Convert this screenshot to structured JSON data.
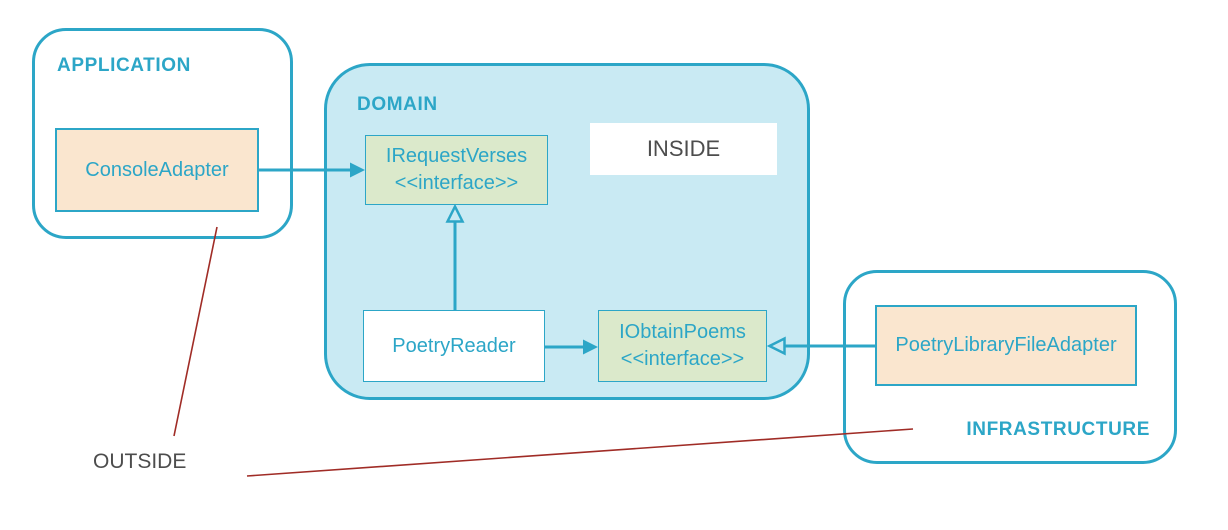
{
  "diagram": {
    "title": "hexagonal-architecture-ports-and-adapters",
    "colors": {
      "accent": "#2CA6C7",
      "domain_fill": "#C9EAF3",
      "interface_fill": "#DBE9CB",
      "adapter_fill": "#FAE6CF",
      "neutral_text": "#4D4D4D",
      "annotation_line": "#A02C26"
    },
    "containers": {
      "application": {
        "label": "APPLICATION"
      },
      "domain": {
        "label": "DOMAIN"
      },
      "infrastructure": {
        "label": "INFRASTRUCTURE"
      }
    },
    "nodes": {
      "console_adapter": {
        "label": "ConsoleAdapter"
      },
      "irequest_verses": {
        "label": "IRequestVerses",
        "stereotype": "<<interface>>"
      },
      "poetry_reader": {
        "label": "PoetryReader"
      },
      "iobtain_poems": {
        "label": "IObtainPoems",
        "stereotype": "<<interface>>"
      },
      "poetry_library_file_adapter": {
        "label": "PoetryLibraryFileAdapter"
      }
    },
    "annotations": {
      "inside": "INSIDE",
      "outside": "OUTSIDE"
    },
    "connectors": [
      {
        "name": "console-adapter-to-irequest-verses",
        "head": "filled"
      },
      {
        "name": "poetry-reader-to-irequest-verses",
        "head": "open"
      },
      {
        "name": "poetry-reader-to-iobtain-poems",
        "head": "filled"
      },
      {
        "name": "poetry-library-file-adapter-to-iobtain-poems",
        "head": "open"
      },
      {
        "name": "outside-callout-to-application",
        "type": "annotation"
      },
      {
        "name": "outside-callout-to-infrastructure",
        "type": "annotation"
      }
    ]
  }
}
